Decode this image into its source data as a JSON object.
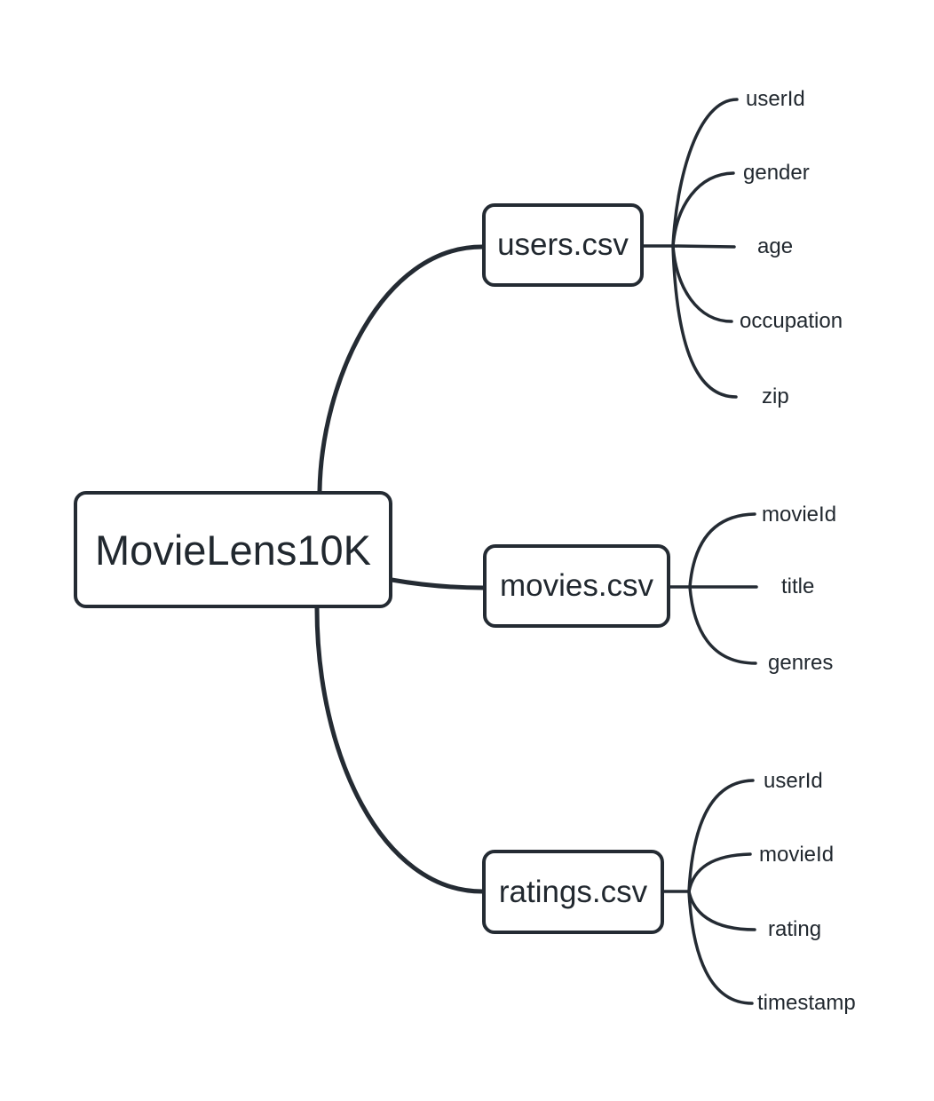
{
  "colors": {
    "ink": "#242b33",
    "background": "#ffffff"
  },
  "diagram": {
    "type": "mindmap",
    "root": {
      "label": "MovieLens10K"
    },
    "children": [
      {
        "label": "users.csv",
        "fields": [
          "userId",
          "gender",
          "age",
          "occupation",
          "zip"
        ]
      },
      {
        "label": "movies.csv",
        "fields": [
          "movieId",
          "title",
          "genres"
        ]
      },
      {
        "label": "ratings.csv",
        "fields": [
          "userId",
          "movieId",
          "rating",
          "timestamp"
        ]
      }
    ]
  }
}
